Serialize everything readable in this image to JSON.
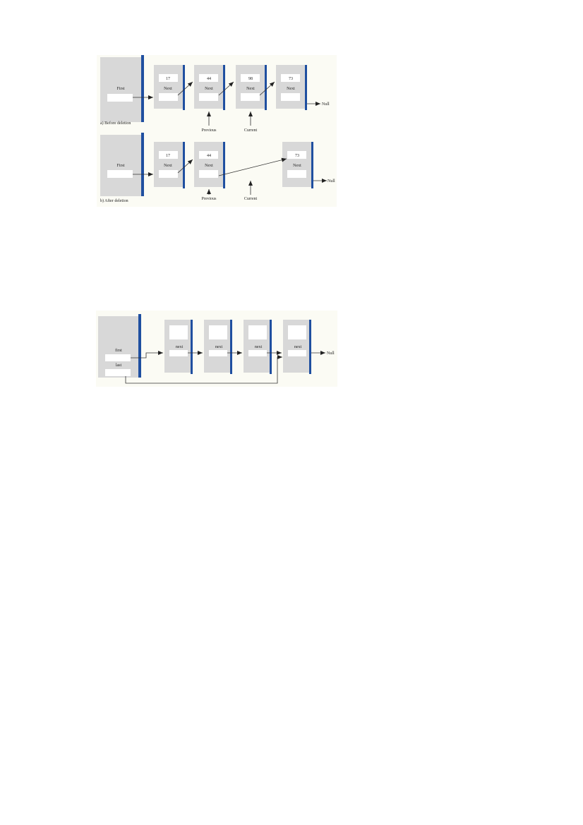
{
  "figure_a": {
    "before": {
      "head_label": "First",
      "nodes": [
        {
          "value": "17",
          "next_label": "Next"
        },
        {
          "value": "44",
          "next_label": "Next"
        },
        {
          "value": "98",
          "next_label": "Next"
        },
        {
          "value": "73",
          "next_label": "Next"
        }
      ],
      "null_label": "Null",
      "previous_label": "Previous",
      "current_label": "Current",
      "caption": "a)  Before deletion"
    },
    "after": {
      "head_label": "First",
      "nodes": [
        {
          "value": "17",
          "next_label": "Next"
        },
        {
          "value": "44",
          "next_label": "Next"
        },
        {
          "value": "73",
          "next_label": "Next"
        }
      ],
      "null_label": "Null",
      "previous_label": "Previous",
      "current_label": "Current",
      "caption": "b)  After deletion"
    }
  },
  "figure_b": {
    "first_label": "first",
    "last_label": "last",
    "nodes": [
      {
        "next_label": "next"
      },
      {
        "next_label": "next"
      },
      {
        "next_label": "next"
      },
      {
        "next_label": "next"
      }
    ],
    "null_label": "Null"
  },
  "colors": {
    "box_fill": "#d8d8d8",
    "box_side": "#1f4fa0",
    "slot_fill": "#ffffff",
    "line": "#333333",
    "panel_bg": "#fbfbf4"
  }
}
